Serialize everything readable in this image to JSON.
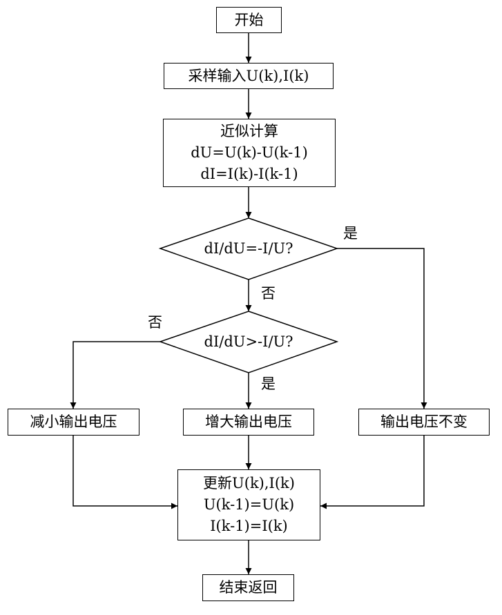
{
  "nodes": {
    "start": "开始",
    "sample": "采样输入U(k),I(k)",
    "approx": {
      "title": "近似计算",
      "line1": "dU=U(k)-U(k-1)",
      "line2": "dI=I(k)-I(k-1)"
    },
    "decision1": "dI/dU=-I/U?",
    "decision2": "dI/dU>-I/U?",
    "decrease": "减小输出电压",
    "increase": "增大输出电压",
    "keep": "输出电压不变",
    "update": {
      "title": "更新U(k),I(k)",
      "line1": "U(k-1)=U(k)",
      "line2": "I(k-1)=I(k)"
    },
    "end": "结束返回"
  },
  "edge_labels": {
    "d1_yes": "是",
    "d1_no": "否",
    "d2_no": "否",
    "d2_yes": "是"
  }
}
